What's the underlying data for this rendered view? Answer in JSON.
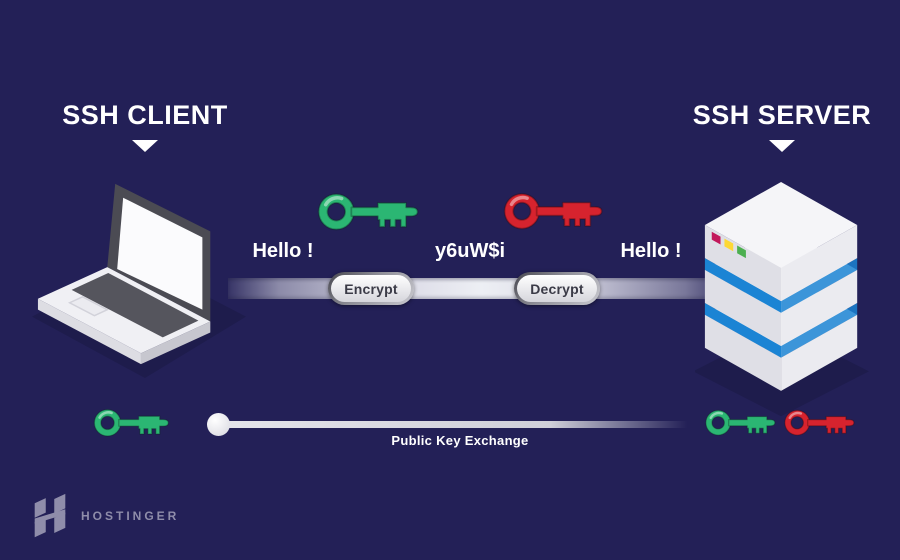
{
  "colors": {
    "background": "#232057",
    "key_green": "#2bb673",
    "key_red": "#d6232e",
    "server_blue": "#1b84d4",
    "band_gray": "#edeff4",
    "logo_gray": "#8f8daa",
    "led_red": "#c2185b",
    "led_yellow": "#fdd835",
    "led_green": "#4caf50",
    "text_white": "#ffffff",
    "shadow_navy": "#1d1b4a"
  },
  "client": {
    "title": "SSH CLIENT"
  },
  "server": {
    "title": "SSH SERVER"
  },
  "flow": {
    "message_plain_left": "Hello !",
    "message_encrypted": "y6uW$i",
    "message_plain_right": "Hello !",
    "encrypt_label": "Encrypt",
    "decrypt_label": "Decrypt"
  },
  "exchange": {
    "label": "Public Key Exchange"
  },
  "branding": {
    "wordmark": "HOSTINGER"
  },
  "icons": {
    "client_device": "laptop-icon",
    "server_device": "server-stack-icon",
    "public_key": "green-key-icon",
    "private_key": "red-key-icon",
    "pointer": "triangle-down-icon",
    "exchange_start": "timeline-dot"
  }
}
